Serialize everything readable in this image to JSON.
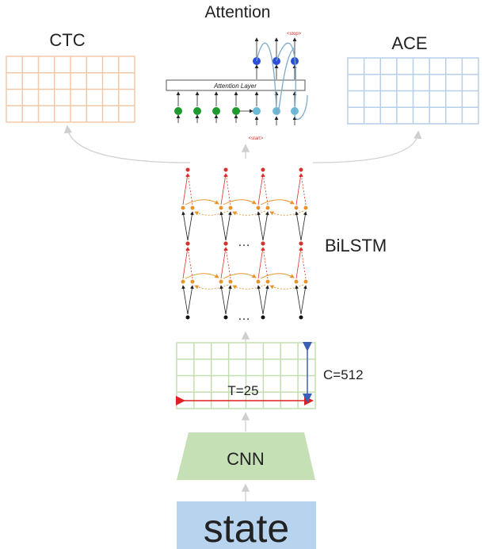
{
  "labels": {
    "ctc": "CTC",
    "attention": "Attention",
    "ace": "ACE",
    "attention_layer": "Attention Layer",
    "start_token": "<start>",
    "stop_token": "<stop>",
    "bilstm": "BiLSTM",
    "ellipsis": "…",
    "t_dim": "T=25",
    "c_dim": "C=512",
    "cnn": "CNN",
    "input": "state"
  },
  "colors": {
    "ctc_grid": "#f2c9a8",
    "ace_grid": "#b7cfe8",
    "feature_grid": "#c3dfb0",
    "cnn_fill": "#c5e0b4",
    "input_fill": "#b8d3ee",
    "arrow_gray": "#cfcfcf",
    "lstm_red": "#d9302a",
    "lstm_orange": "#e8932a",
    "lstm_black": "#111111",
    "attn_green": "#1e9a2e",
    "attn_cyan": "#6bbad8",
    "attn_blue": "#2b4fd6",
    "t_arrow": "#e02020",
    "c_arrow": "#3a5fb5"
  }
}
